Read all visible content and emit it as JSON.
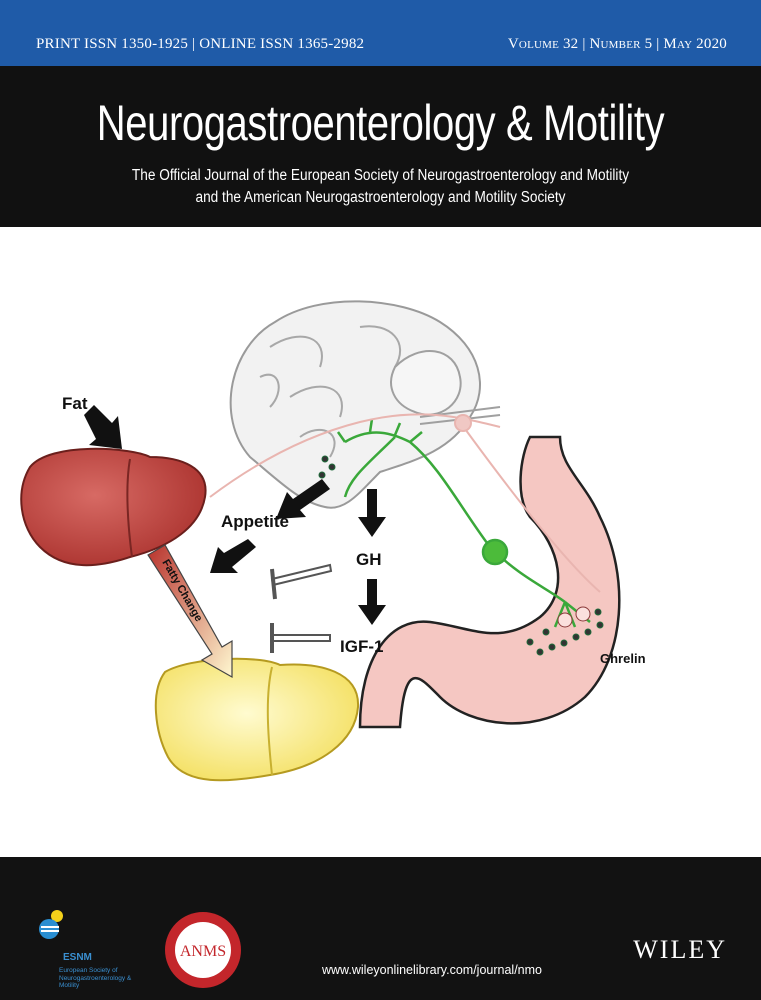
{
  "cover": {
    "issn_print": "PRINT ISSN 1350-1925",
    "issn_online": "ONLINE ISSN 1365-2982",
    "volume": "Volume 32",
    "number": "Number 5",
    "date": "May 2020",
    "title": "Neurogastroenterology & Motility",
    "subtitle_line1": "The Official Journal of the European Society of Neurogastroenterology and Motility",
    "subtitle_line2": "and the American Neurogastroenterology and Motility Society",
    "colors": {
      "top_bar": "#1f5ba8",
      "header": "#111111",
      "footer": "#121212"
    }
  },
  "figure": {
    "labels": {
      "fat": "Fat",
      "appetite": "Appetite",
      "gh": "GH",
      "igf1": "IGF-1",
      "fatty_change": "Fatty Change",
      "ghrelin": "Ghrelin"
    }
  },
  "footer": {
    "esnm_name": "ESNM",
    "esnm_full": "European Society of Neurogastroenterology & Motility",
    "anms_logo_text": "ANMS",
    "url": "www.wileyonlinelibrary.com/journal/nmo",
    "publisher": "WILEY"
  }
}
